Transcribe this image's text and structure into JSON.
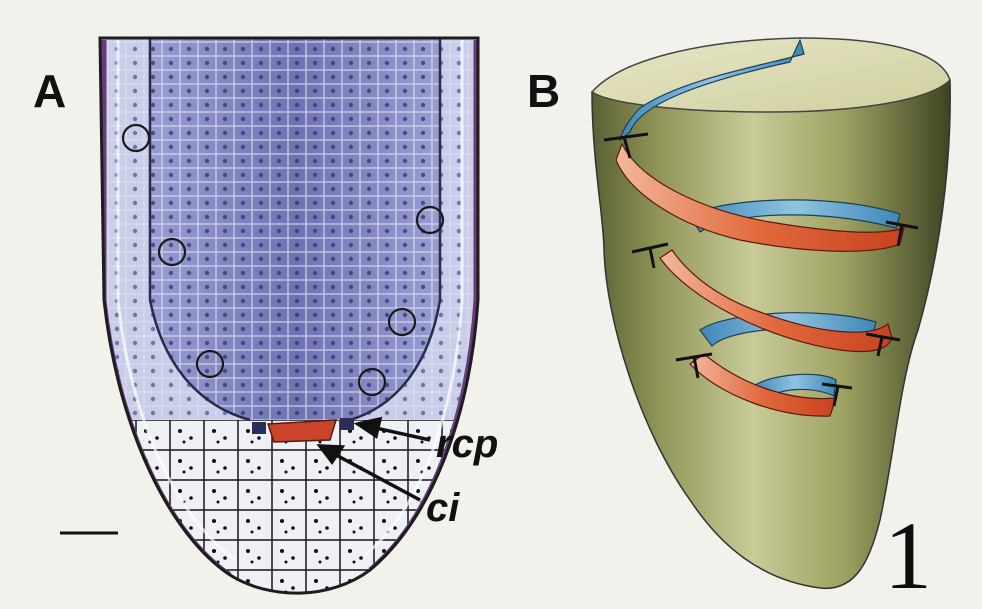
{
  "figure": {
    "panels": [
      {
        "letter": "A",
        "description_hidden": true
      },
      {
        "letter": "B",
        "description_hidden": true
      }
    ],
    "annotations": {
      "rcp": "rcp",
      "ci": "ci"
    },
    "figure_number": "1",
    "colors": {
      "background": "#f3f1ec",
      "root_tissue": "#7d80be",
      "root_tissue_light": "#b9bfe3",
      "root_cap_cells": "#e9ecf2",
      "highlight_cells": "#c9442a",
      "cone_body": "#a8ad6c",
      "helix_blue": "#4f9bc9",
      "helix_red": "#d9532c"
    },
    "icons": [
      "scale-bar",
      "annotation-arrow"
    ]
  }
}
